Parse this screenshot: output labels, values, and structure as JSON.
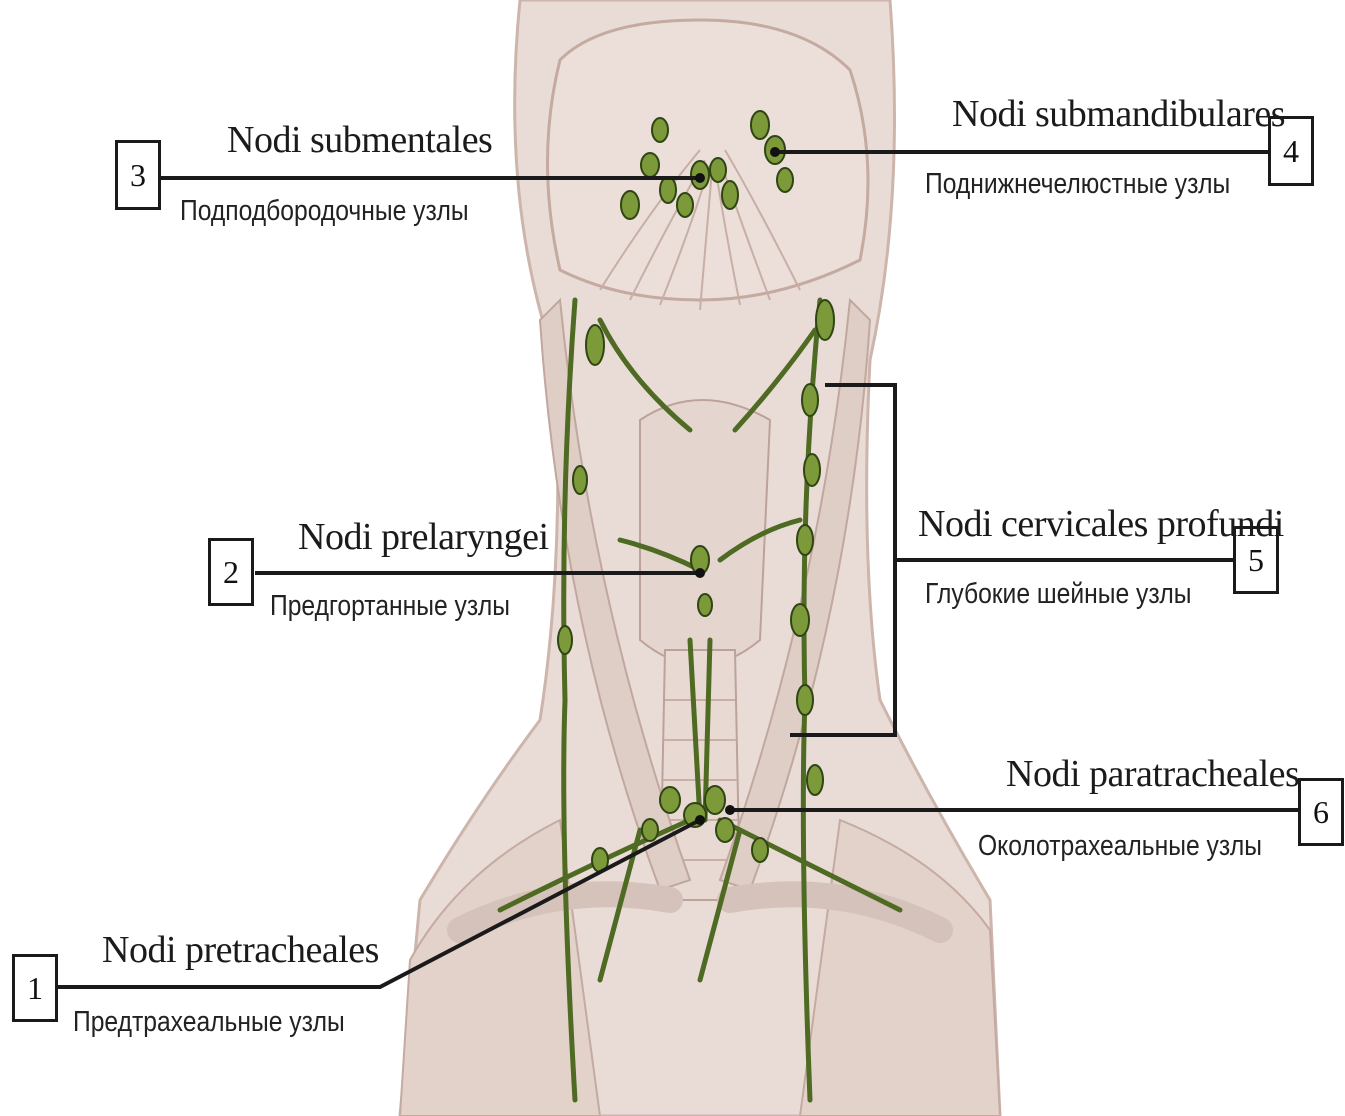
{
  "colors": {
    "skin": "#e9dcd6",
    "skin_shadow": "#cdb5ac",
    "muscle_line": "#b99f96",
    "node_fill": "#7d9a3a",
    "node_stroke": "#2f4514",
    "leader_line": "#1a1a1a"
  },
  "labels": [
    {
      "number": "1",
      "latin": "Nodi pretracheales",
      "russian": "Предтрахеальные узлы"
    },
    {
      "number": "2",
      "latin": "Nodi prelaryngei",
      "russian": "Предгортанные узлы"
    },
    {
      "number": "3",
      "latin": "Nodi submentales",
      "russian": "Подподбородочные узлы"
    },
    {
      "number": "4",
      "latin": "Nodi submandibulares",
      "russian": "Поднижнечелюстные узлы"
    },
    {
      "number": "5",
      "latin": "Nodi cervicales profundi",
      "russian": "Глубокие шейные узлы"
    },
    {
      "number": "6",
      "latin": "Nodi paratracheales",
      "russian": "Околотрахеальные узлы"
    }
  ]
}
